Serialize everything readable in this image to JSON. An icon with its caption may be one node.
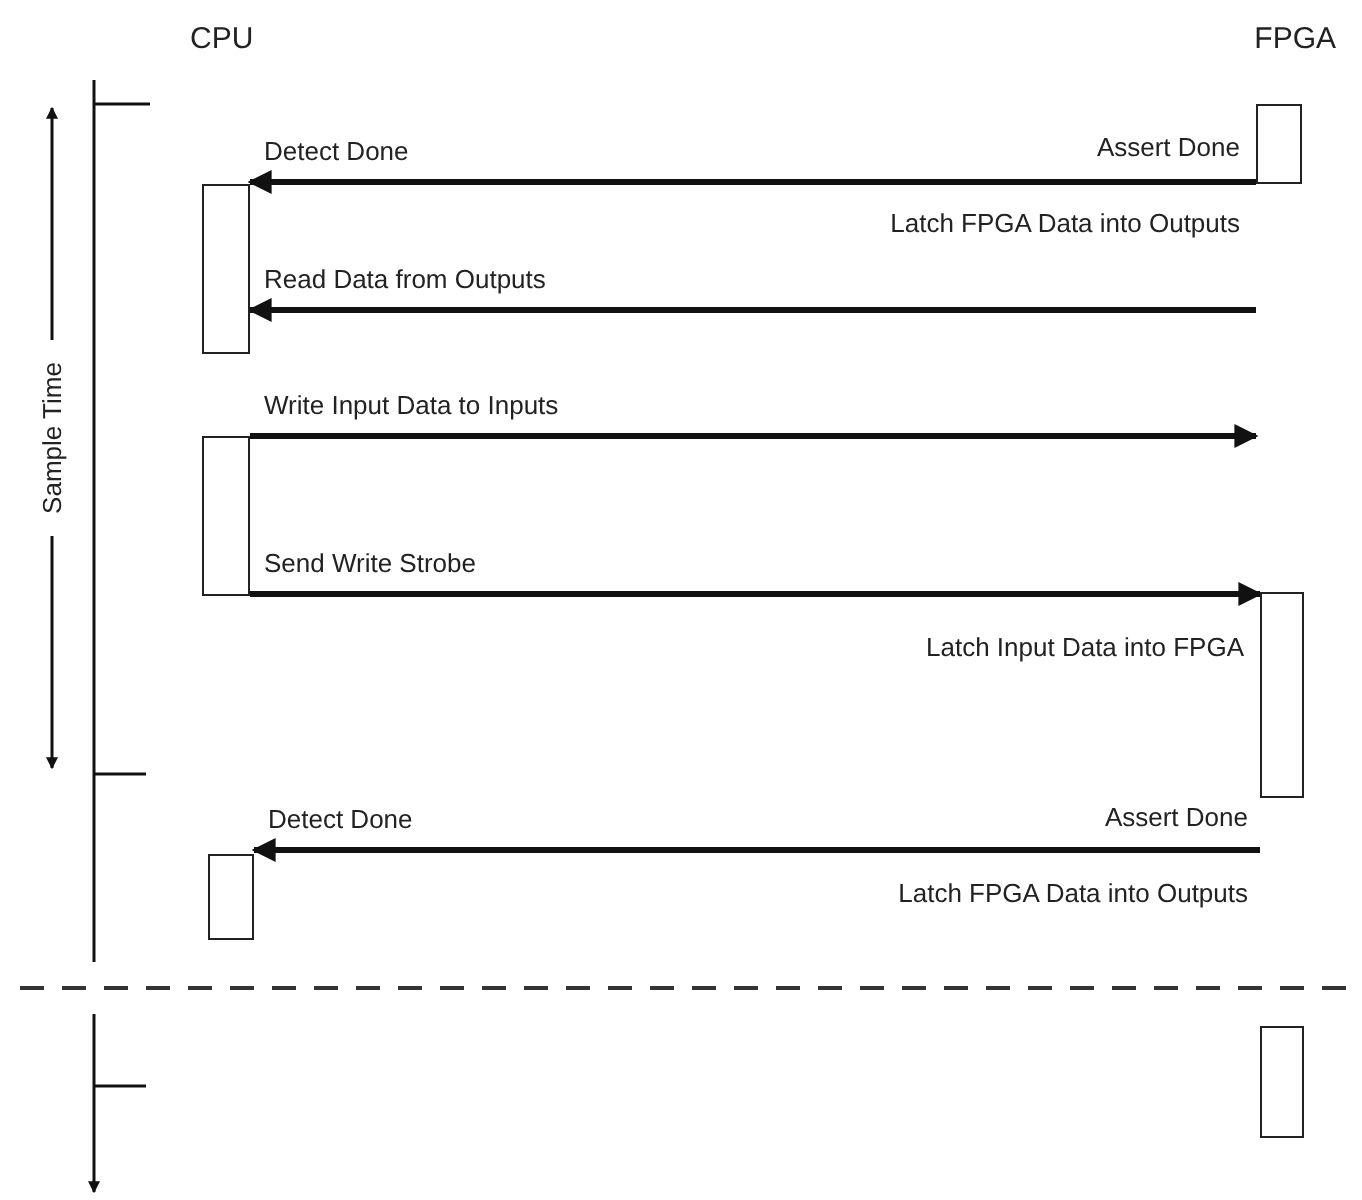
{
  "diagram": {
    "nodes": [
      {
        "text": [],
        "shape": "bar"
      },
      {
        "text": [],
        "shape": "bar"
      },
      {
        "text": [],
        "shape": "bar"
      },
      {
        "text": [],
        "shape": "bar"
      },
      {
        "text": [],
        "shape": "bar"
      },
      {
        "text": [],
        "shape": "bar"
      }
    ],
    "edges": [
      {
        "from": 0,
        "to": 1,
        "arrow": "to",
        "label": "Detect Done"
      },
      {
        "from": null,
        "to": 1,
        "arrow": "to",
        "label": "Read Data from Outputs"
      },
      {
        "from": 2,
        "to": null,
        "arrow": "to",
        "label": "Write Input Data to Inputs"
      },
      {
        "from": 2,
        "to": 3,
        "arrow": "to",
        "label": "Send Write Strobe"
      },
      {
        "from": 3,
        "to": 4,
        "arrow": "to",
        "label": "Detect Done"
      }
    ],
    "labels": [
      "CPU",
      "FPGA",
      "Sample Time",
      "Assert Done",
      "Latch FPGA Data into Outputs",
      "Latch Input Data into FPGA",
      "Assert Done",
      "Latch FPGA Data into Outputs"
    ]
  }
}
